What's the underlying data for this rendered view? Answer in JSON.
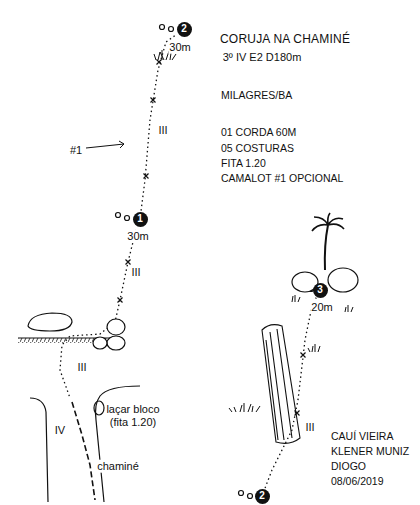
{
  "diagram": {
    "title": "CORUJA NA CHAMINÉ",
    "nodes": [
      {
        "text": [
          "2"
        ]
      },
      {
        "text": [
          "1"
        ]
      },
      {
        "text": [
          "3"
        ]
      },
      {
        "text": [
          "2"
        ]
      }
    ],
    "edges": [
      {
        "from": 1,
        "to": 0,
        "arrow": "none"
      },
      {
        "from": 3,
        "to": 2,
        "arrow": "none"
      }
    ],
    "labels": [
      "3º IV E2 D180m",
      "MILAGRES/BA",
      "01 CORDA 60M",
      "05 COSTURAS",
      "FITA 1.20",
      "CAMALOT #1 OPCIONAL",
      "30m",
      "III",
      "#1",
      "30m",
      "III",
      "III",
      "laçar bloco (fita 1.20)",
      "IV",
      "chaminé",
      "20m",
      "III",
      "CAUÍ VIEIRA",
      "KLENER MUNIZ",
      "DIOGO",
      "08/06/2019"
    ]
  }
}
